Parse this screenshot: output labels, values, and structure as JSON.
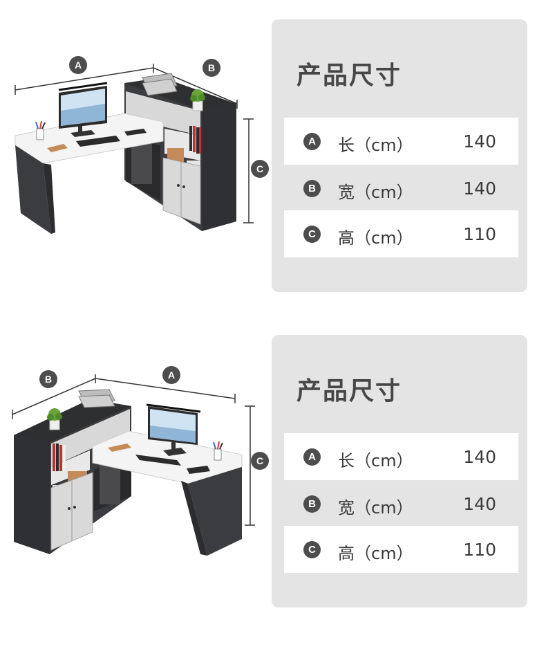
{
  "sections": [
    {
      "panel": {
        "title": "产品尺寸",
        "rows": [
          {
            "marker": "A",
            "label": "长（cm）",
            "value": "140"
          },
          {
            "marker": "B",
            "label": "宽（cm）",
            "value": "140"
          },
          {
            "marker": "C",
            "label": "高（cm）",
            "value": "110"
          }
        ]
      },
      "illustration": {
        "markers": [
          "A",
          "B",
          "C"
        ]
      }
    },
    {
      "panel": {
        "title": "产品尺寸",
        "rows": [
          {
            "marker": "A",
            "label": "长（cm）",
            "value": "140"
          },
          {
            "marker": "B",
            "label": "宽（cm）",
            "value": "140"
          },
          {
            "marker": "C",
            "label": "高（cm）",
            "value": "110"
          }
        ]
      },
      "illustration": {
        "markers": [
          "B",
          "A",
          "C"
        ]
      }
    }
  ],
  "colors": {
    "panel_bg": "#e4e4e4",
    "row_highlight": "#ffffff",
    "badge": "#4d4d4d",
    "cabinet_dark": "#3b3c3f",
    "desk_top": "#f4f4f4"
  }
}
